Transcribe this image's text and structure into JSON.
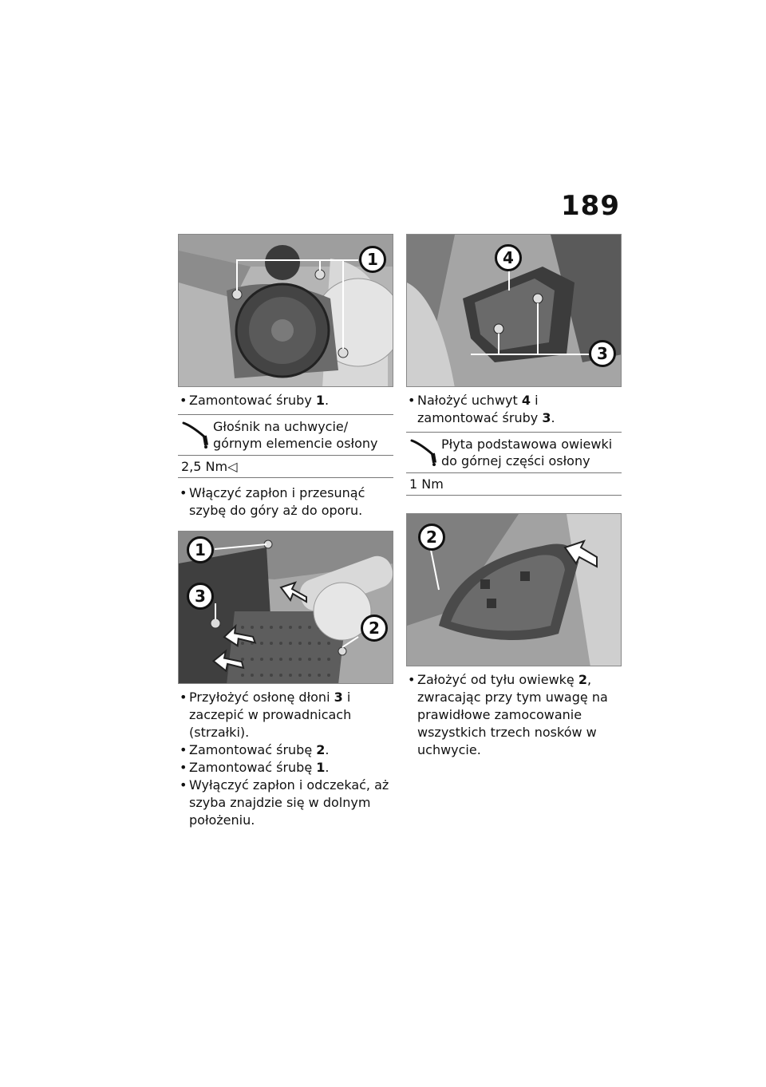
{
  "page_number": "189",
  "left": {
    "photo1": {
      "callouts": [
        "1"
      ]
    },
    "step1": {
      "prefix": "Zamontować śruby ",
      "ref": "1",
      "suffix": "."
    },
    "torque1": {
      "description": "Głośnik na uchwycie/ górnym elemencie osłony",
      "value": "2,5 Nm◁"
    },
    "step2": {
      "text": "Włączyć zapłon i przesunąć szybę do góry aż do oporu."
    },
    "photo2": {
      "callouts": [
        "1",
        "3",
        "2"
      ]
    },
    "step3": {
      "prefix": "Przyłożyć osłonę dłoni ",
      "ref": "3",
      "suffix": " i zaczepić w prowadnicach (strzałki)."
    },
    "step4": {
      "prefix": "Zamontować śrubę ",
      "ref": "2",
      "suffix": "."
    },
    "step5": {
      "prefix": "Zamontować śrubę ",
      "ref": "1",
      "suffix": "."
    },
    "step6": {
      "text": "Wyłączyć zapłon i odczekać, aż szyba znajdzie się w dolnym położeniu."
    }
  },
  "right": {
    "photo3": {
      "callouts": [
        "4",
        "3"
      ]
    },
    "step1": {
      "prefix": "Nałożyć uchwyt ",
      "ref": "4",
      "suffix": " i zamontować śruby ",
      "ref2": "3",
      "suffix2": "."
    },
    "torque1": {
      "description": "Płyta podstawowa owiewki do górnej części osłony",
      "value": "1 Nm"
    },
    "photo4": {
      "callouts": [
        "2"
      ]
    },
    "step2": {
      "prefix": "Założyć od tyłu owiewkę ",
      "ref": "2",
      "suffix": ", zwracając przy tym uwagę na prawidłowe zamocowanie wszystkich trzech nosków w uchwycie."
    }
  },
  "icons": {
    "torque": "torque-wrench-icon"
  }
}
